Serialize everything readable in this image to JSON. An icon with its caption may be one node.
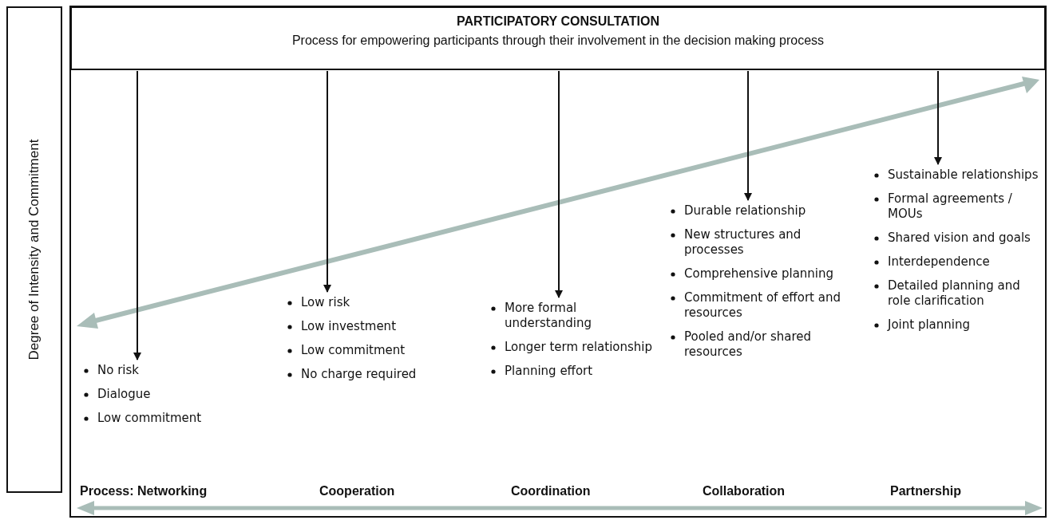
{
  "diagram": {
    "nodes": [
      {
        "text": [
          "PARTICIPATORY CONSULTATION",
          "Process for empowering participants through their involvement in the decision making process"
        ]
      },
      {
        "text": [
          "Degree of Intensity and Commitment"
        ]
      },
      {
        "text": [
          "No risk",
          "Dialogue",
          "Low commitment"
        ]
      },
      {
        "text": [
          "Low risk",
          "Low investment",
          "Low commitment",
          "No charge required"
        ]
      },
      {
        "text": [
          "More formal understanding",
          "Longer term relationship",
          "Planning effort"
        ]
      },
      {
        "text": [
          "Durable relationship",
          "New structures and processes",
          "Comprehensive planning",
          "Commitment of effort and resources",
          "Pooled and/or shared resources"
        ]
      },
      {
        "text": [
          "Sustainable relationships",
          "Formal agreements / MOUs",
          "Shared vision and goals",
          "Interdependence",
          "Detailed planning and role clarification",
          "Joint planning"
        ]
      }
    ],
    "edges": [
      {
        "from": 0,
        "to": 2,
        "arrow": "to"
      },
      {
        "from": 0,
        "to": 3,
        "arrow": "to"
      },
      {
        "from": 0,
        "to": 4,
        "arrow": "to"
      },
      {
        "from": 0,
        "to": 5,
        "arrow": "to"
      },
      {
        "from": 0,
        "to": 6,
        "arrow": "to"
      }
    ],
    "labels": [
      "Process:  Networking",
      "Cooperation",
      "Coordination",
      "Collaboration",
      "Partnership"
    ]
  }
}
